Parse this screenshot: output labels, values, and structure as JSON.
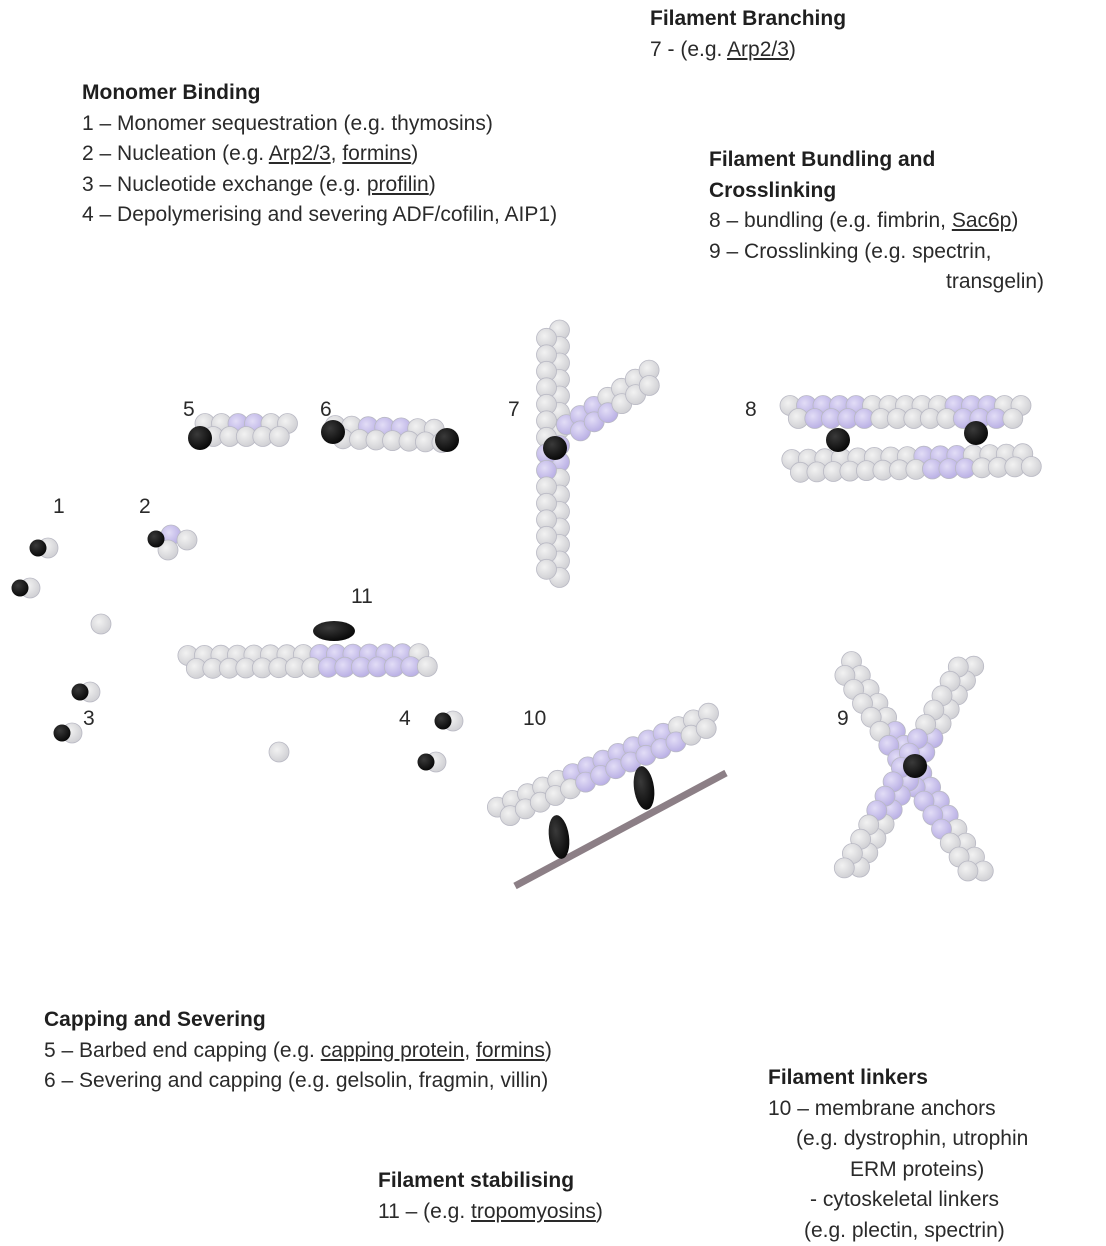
{
  "branching": {
    "heading": "Filament Branching",
    "line1": {
      "a": "7 - (e.g. ",
      "u": "Arp2/3",
      "b": ")"
    }
  },
  "monomer": {
    "heading": "Monomer Binding",
    "line1": "1 – Monomer sequestration (e.g. thymosins)",
    "line2": {
      "a": "2 – Nucleation (e.g. ",
      "u1": "Arp2/3",
      "sep": ", ",
      "u2": "formins",
      "b": ")"
    },
    "line3": {
      "a": "3 – Nucleotide exchange (e.g. ",
      "u": "profilin",
      "b": ")"
    },
    "line4": "4 – Depolymerising and severing ADF/cofilin, AIP1)"
  },
  "bundling": {
    "heading_line1": "Filament Bundling and",
    "heading_line2": "Crosslinking",
    "line1": {
      "a": "8 – bundling (e.g. fimbrin, ",
      "u": "Sac6p",
      "b": ")"
    },
    "line2": "9 – Crosslinking (e.g. spectrin,",
    "line3": "transgelin)"
  },
  "capping": {
    "heading": "Capping and Severing",
    "line1": {
      "a": "5 – Barbed end capping (e.g. ",
      "u1": "capping protein",
      "sep": ", ",
      "u2": "formins",
      "b": ")"
    },
    "line2": "6 – Severing and capping (e.g. gelsolin, fragmin, villin)"
  },
  "linkers": {
    "heading": "Filament linkers",
    "line1": "10 – membrane anchors",
    "line2": "(e.g. dystrophin, utrophin",
    "line3": "ERM proteins)",
    "line4": "- cytoskeletal linkers",
    "line5": "(e.g. plectin, spectrin)"
  },
  "stabilising": {
    "heading": "Filament stabilising",
    "line1": {
      "a": "11 – (e.g. ",
      "u": "tropomyosins",
      "b": ")"
    }
  },
  "diagram_labels": {
    "n1": "1",
    "n2": "2",
    "n3": "3",
    "n4": "4",
    "n5": "5",
    "n6": "6",
    "n7": "7",
    "n8": "8",
    "n9": "9",
    "n10": "10",
    "n11": "11"
  },
  "colors": {
    "actin_light": "#dcdcdc",
    "actin_purple": "#c9c2ec",
    "actin_outline": "#b7b7c2",
    "binding_protein": "#111111",
    "membrane": "#8c7f86"
  }
}
